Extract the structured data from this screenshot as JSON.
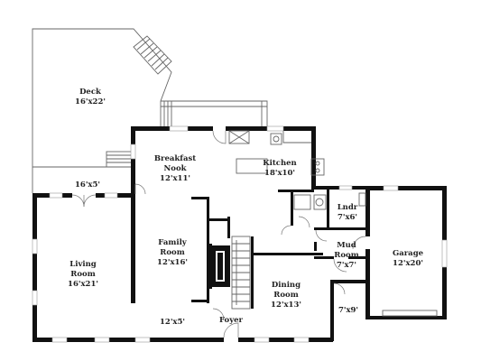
{
  "rooms": {
    "deck": {
      "name": "Deck",
      "size": "16'x22'"
    },
    "breakfast_nook": {
      "name_line1": "Breakfast",
      "name_line2": "Nook",
      "size": "12'x11'"
    },
    "kitchen": {
      "name": "Kitchen",
      "size": "18'x10'"
    },
    "small_deck": {
      "size": "16'x5'"
    },
    "laundry": {
      "name": "Lndr",
      "size": "7'x6'"
    },
    "family_room": {
      "name_line1": "Family",
      "name_line2": "Room",
      "size": "12'x16'"
    },
    "living_room": {
      "name_line1": "Living",
      "name_line2": "Room",
      "size": "16'x21'"
    },
    "mud_room": {
      "name_line1": "Mud",
      "name_line2": "Room",
      "size": "7'x7'"
    },
    "garage": {
      "name": "Garage",
      "size": "12'x20'"
    },
    "dining_room": {
      "name_line1": "Dining",
      "name_line2": "Room",
      "size": "12'x13'"
    },
    "hall": {
      "size": "12'x5'"
    },
    "foyer": {
      "name": "Foyer"
    },
    "storage": {
      "size": "7'x9'"
    }
  }
}
